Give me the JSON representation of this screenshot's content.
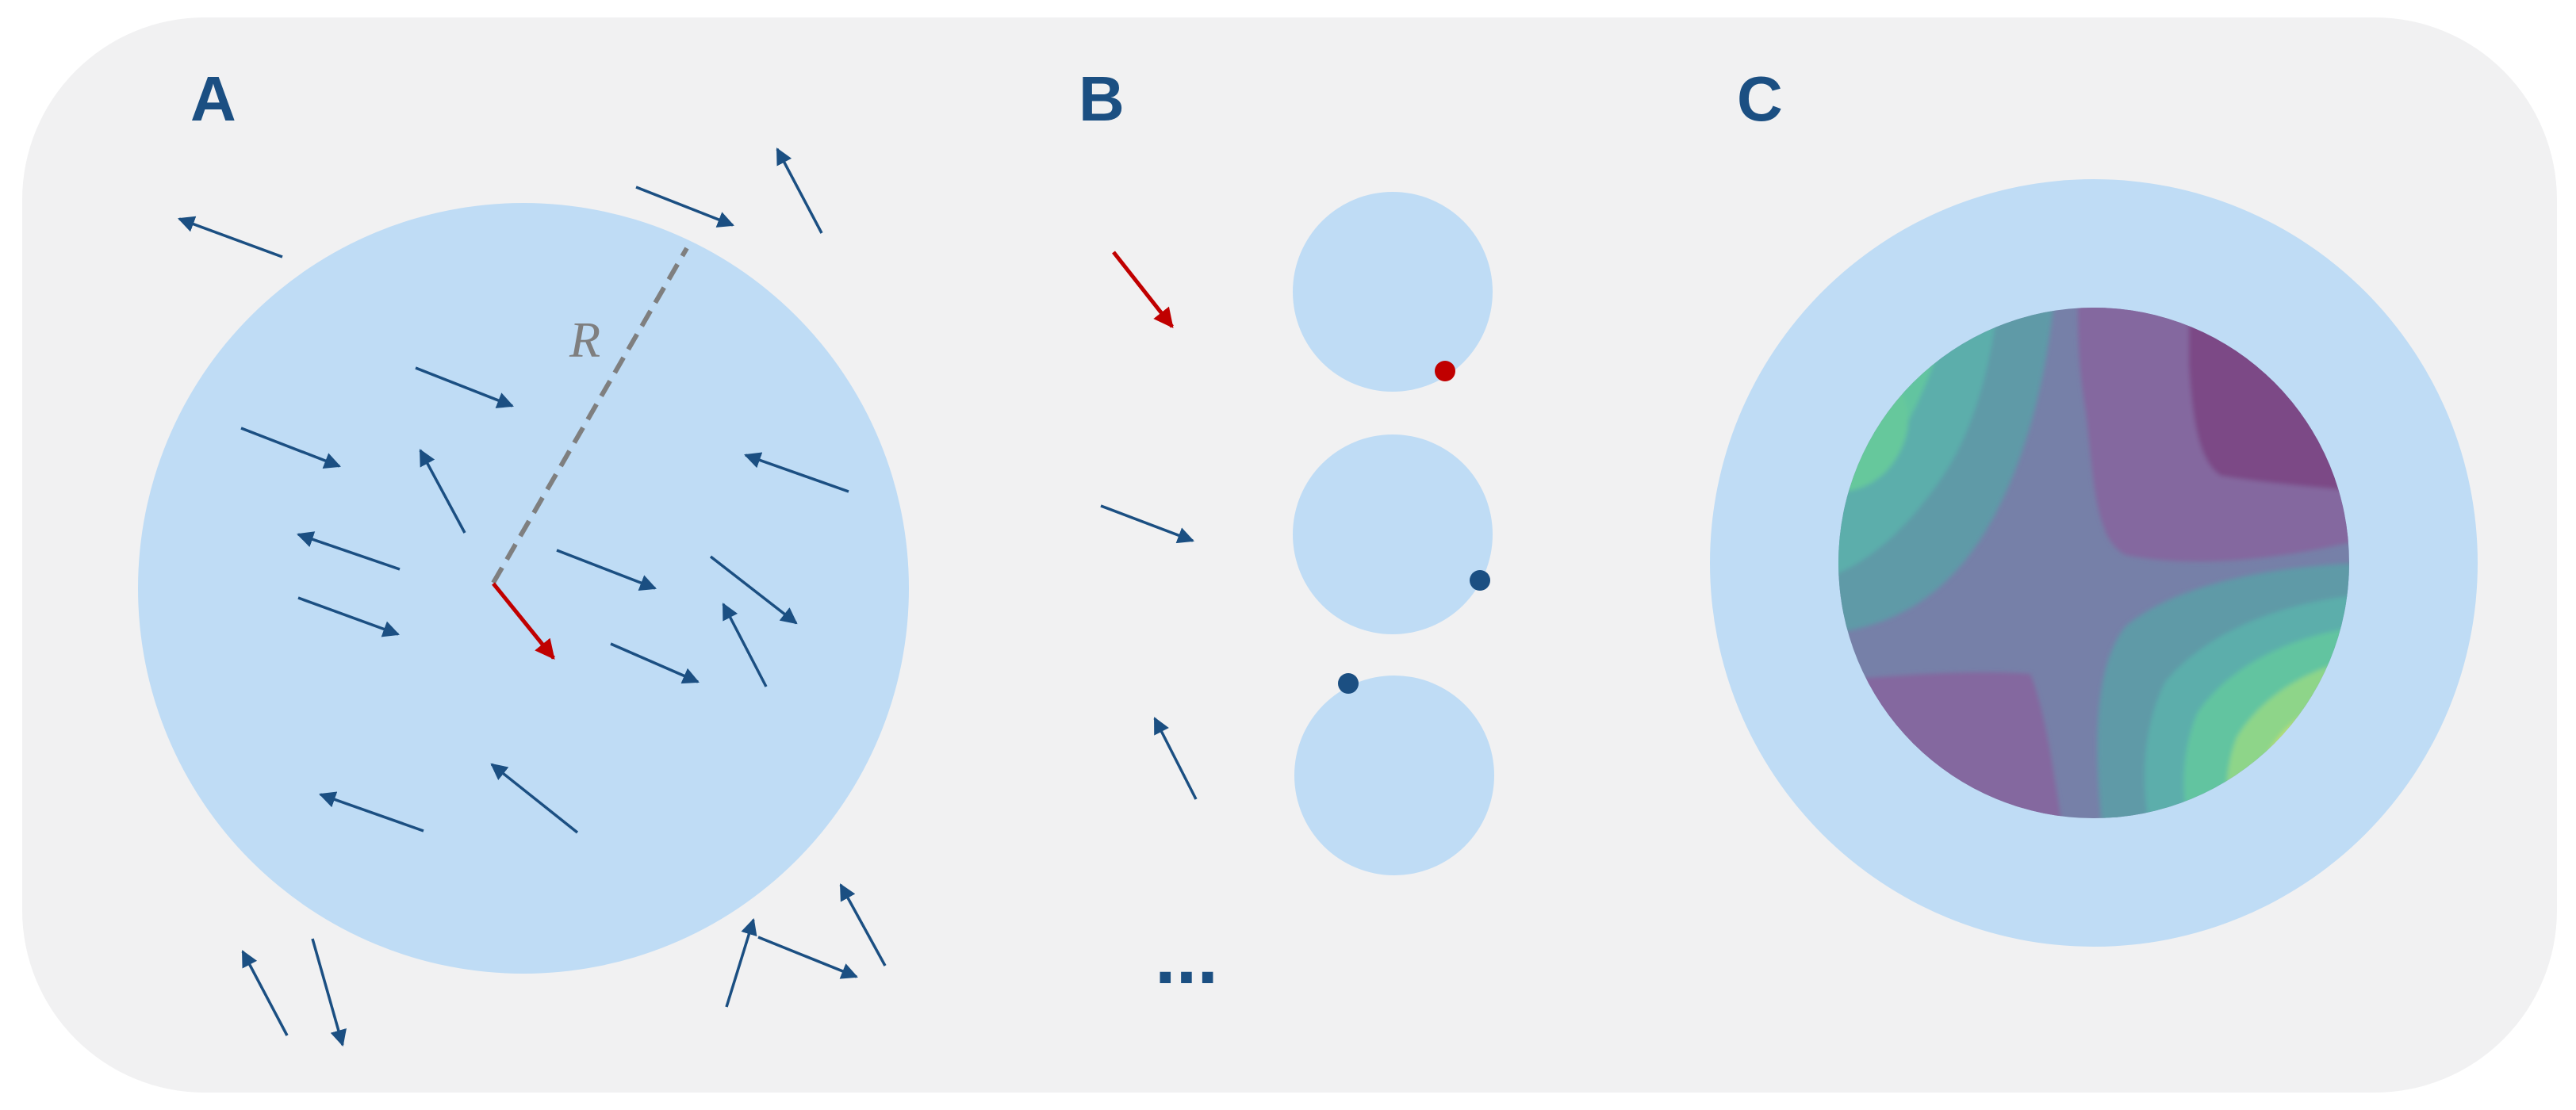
{
  "panels": {
    "a": {
      "label": "A",
      "radius_label": "R"
    },
    "b": {
      "label": "B",
      "ellipsis": "..."
    },
    "c": {
      "label": "C"
    }
  },
  "colors": {
    "background": "#f1f1f2",
    "circle_fill": "#bfdcf5",
    "arrow_blue": "#1b4f82",
    "arrow_red": "#c00000",
    "label": "#1b4f82",
    "radius_line": "#7f7f7f",
    "contour_palette": [
      "#7b4a86",
      "#84679f",
      "#7680a8",
      "#5f9aa7",
      "#5caeab",
      "#62c4a0",
      "#8ed589",
      "#c3e16d",
      "#f2e85a"
    ]
  }
}
